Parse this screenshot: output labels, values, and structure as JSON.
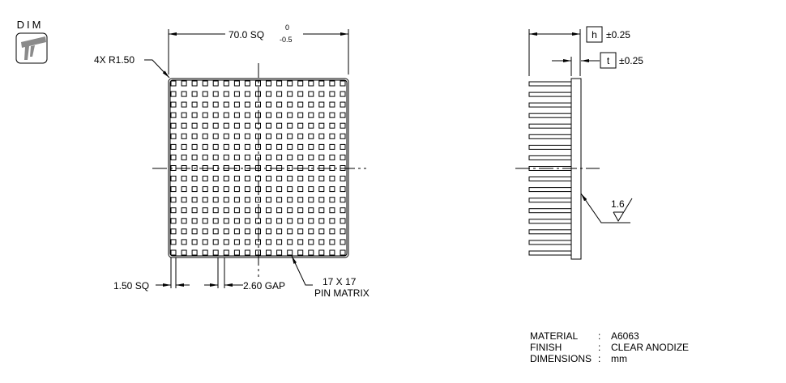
{
  "dim_icon": {
    "label": "DIM",
    "icon": "caliper-icon"
  },
  "front_view": {
    "width_dim": "70.0 SQ",
    "tol_upper": "0",
    "tol_lower": "-0.5",
    "corner_radius": "4X R1.50",
    "pin_size": "1.50 SQ",
    "pin_gap": "2.60 GAP",
    "matrix_line1": "17 X 17",
    "matrix_line2": "PIN MATRIX",
    "pin_rows": 17,
    "pin_cols": 17
  },
  "side_view": {
    "height_symbol": "h",
    "height_tol": "±0.25",
    "thickness_symbol": "t",
    "thickness_tol": "±0.25",
    "surface_roughness": "1.6",
    "fin_count": 17
  },
  "notes": [
    {
      "label": "MATERIAL",
      "sep": ":",
      "value": "A6063"
    },
    {
      "label": "FINISH",
      "sep": ":",
      "value": "CLEAR ANODIZE"
    },
    {
      "label": "DIMENSIONS",
      "sep": ":",
      "value": "mm"
    }
  ]
}
